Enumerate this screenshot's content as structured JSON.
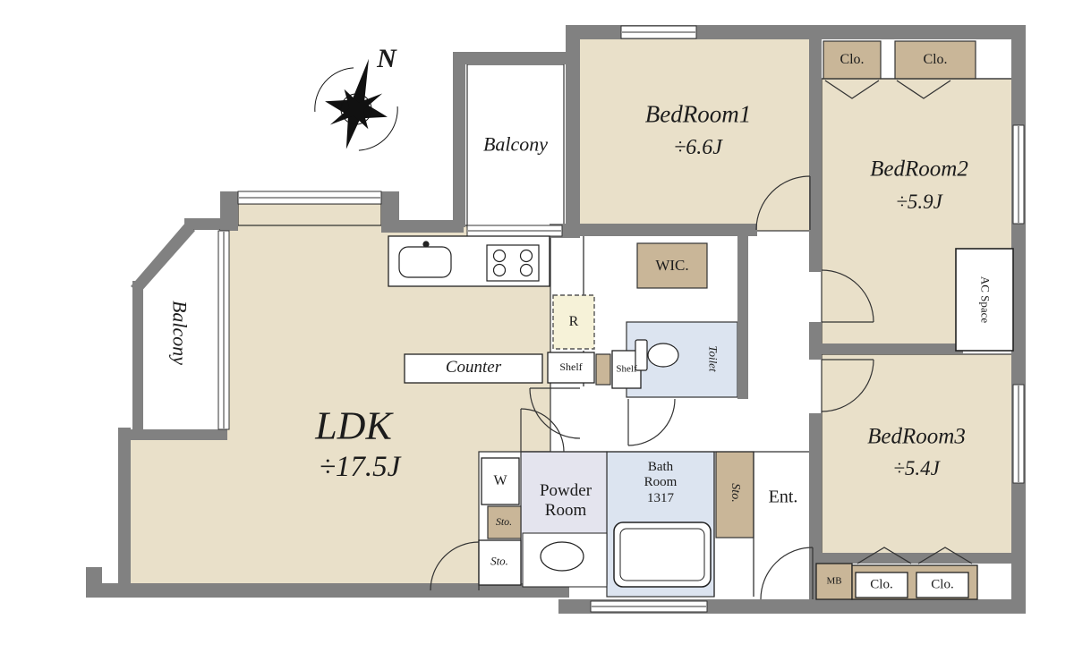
{
  "compass": {
    "north": "N"
  },
  "rooms": {
    "balcony_top": "Balcony",
    "balcony_left": "Balcony",
    "bedroom1": {
      "name": "BedRoom1",
      "area": "÷6.6J"
    },
    "bedroom2": {
      "name": "BedRoom2",
      "area": "÷5.9J"
    },
    "bedroom3": {
      "name": "BedRoom3",
      "area": "÷5.4J"
    },
    "ldk": {
      "name": "LDK",
      "area": "÷17.5J"
    },
    "wic": "WIC.",
    "toilet": "Toilet",
    "powder": "Powder\nRoom",
    "bath": "Bath\nRoom\n1317",
    "entrance": "Ent.",
    "ac_space": "AC Space"
  },
  "closets": {
    "top_left": "Clo.",
    "top_right": "Clo.",
    "bottom_left": "Clo.",
    "bottom_right": "Clo."
  },
  "storages": {
    "hall": "Sto.",
    "powder_upper": "Sto.",
    "powder_lower": "Sto."
  },
  "kitchen": {
    "counter": "Counter",
    "refrigerator": "R",
    "shelf_left": "Shelf",
    "shelf_right": "Shelf"
  },
  "laundry": {
    "washer": "W"
  },
  "utility": {
    "meter_box": "MB"
  },
  "colors": {
    "room_fill": "#e9e0c9",
    "closet_fill": "#c9b698",
    "wet_fill": "#dce4f0",
    "powder_fill": "#e4e4ee",
    "fridge_fill": "#f6f2d8",
    "wall": "#818181"
  }
}
